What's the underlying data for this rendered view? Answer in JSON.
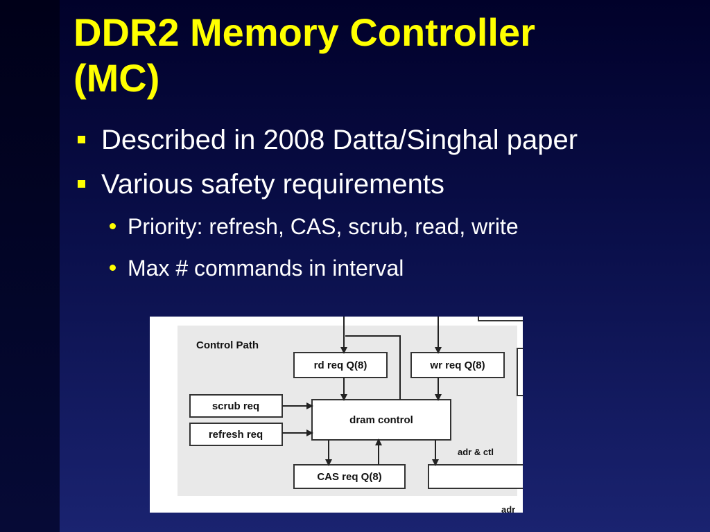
{
  "slide": {
    "title_line1": "DDR2 Memory Controller",
    "title_line2": "(MC)",
    "bullets": [
      "Described in 2008 Datta/Singhal paper",
      "Various safety requirements"
    ],
    "sub_bullets": [
      "Priority:  refresh, CAS, scrub, read, write",
      "Max # commands in interval"
    ]
  },
  "diagram": {
    "section_label": "Control Path",
    "rd_req": "rd req Q(8)",
    "wr_req": "wr req Q(8)",
    "scrub_req": "scrub req",
    "refresh_req": "refresh req",
    "dram_control": "dram control",
    "cas_req": "CAS req Q(8)",
    "adr_ctl": "adr & ctl",
    "adr_bottom": "adr"
  },
  "colors": {
    "title": "#ffff00",
    "text": "#ffffff",
    "bullet_marker": "#ffff00",
    "panel_bg": "#e9e9e9"
  }
}
